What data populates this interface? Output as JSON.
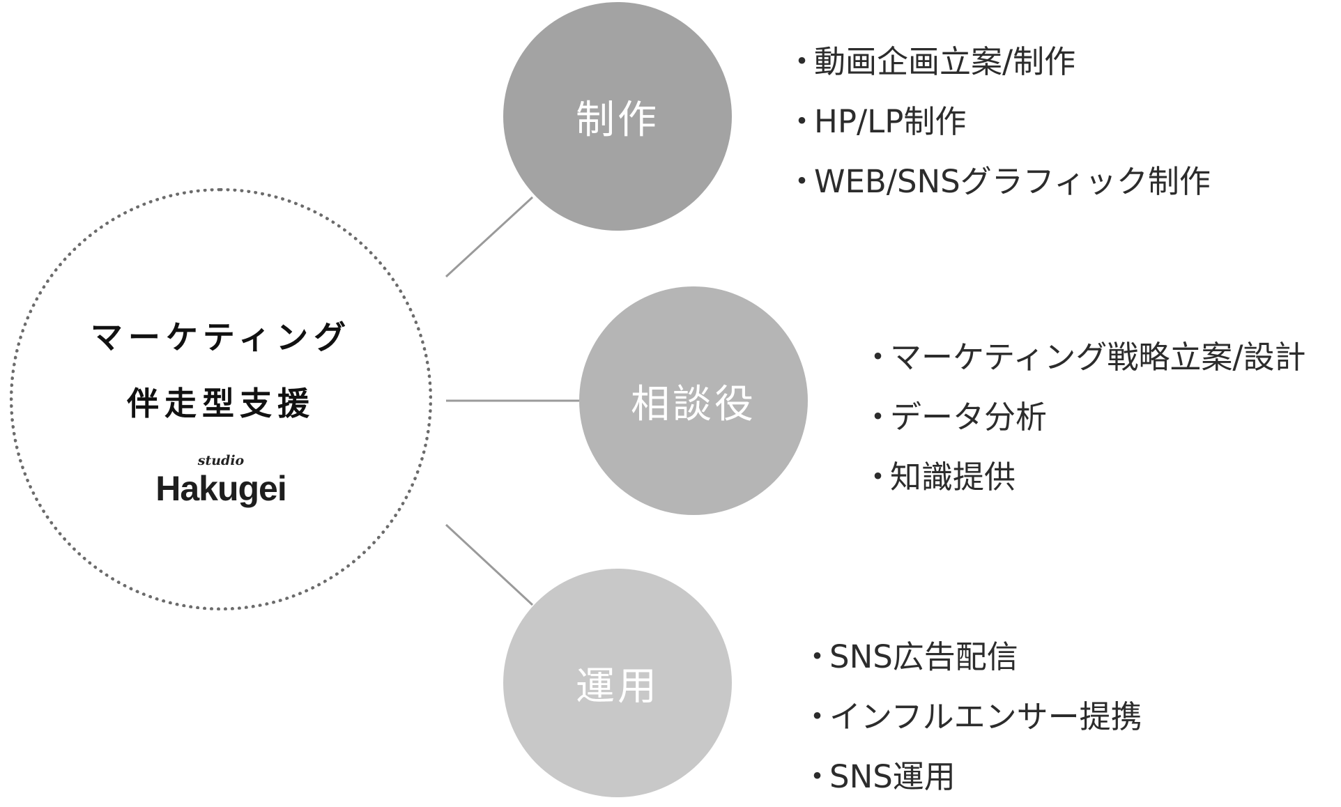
{
  "center": {
    "title_line1": "マーケティング",
    "title_line2": "伴走型支援",
    "logo_small": "studio",
    "logo_main": "Hakugei"
  },
  "branches": [
    {
      "label": "制作",
      "color": "#a3a3a3",
      "items": [
        "動画企画立案/制作",
        "HP/LP制作",
        "WEB/SNSグラフィック制作"
      ]
    },
    {
      "label": "相談役",
      "color": "#b5b5b5",
      "items": [
        "マーケティング戦略立案/設計",
        "データ分析",
        "知識提供"
      ]
    },
    {
      "label": "運用",
      "color": "#c8c8c8",
      "items": [
        "SNS広告配信",
        "インフルエンサー提携",
        "SNS運用"
      ]
    }
  ],
  "bullet_char": "・",
  "colors": {
    "connector": "#9a9a9a",
    "hub_border": "#6b6b6b",
    "text": "#2c2c2c"
  }
}
